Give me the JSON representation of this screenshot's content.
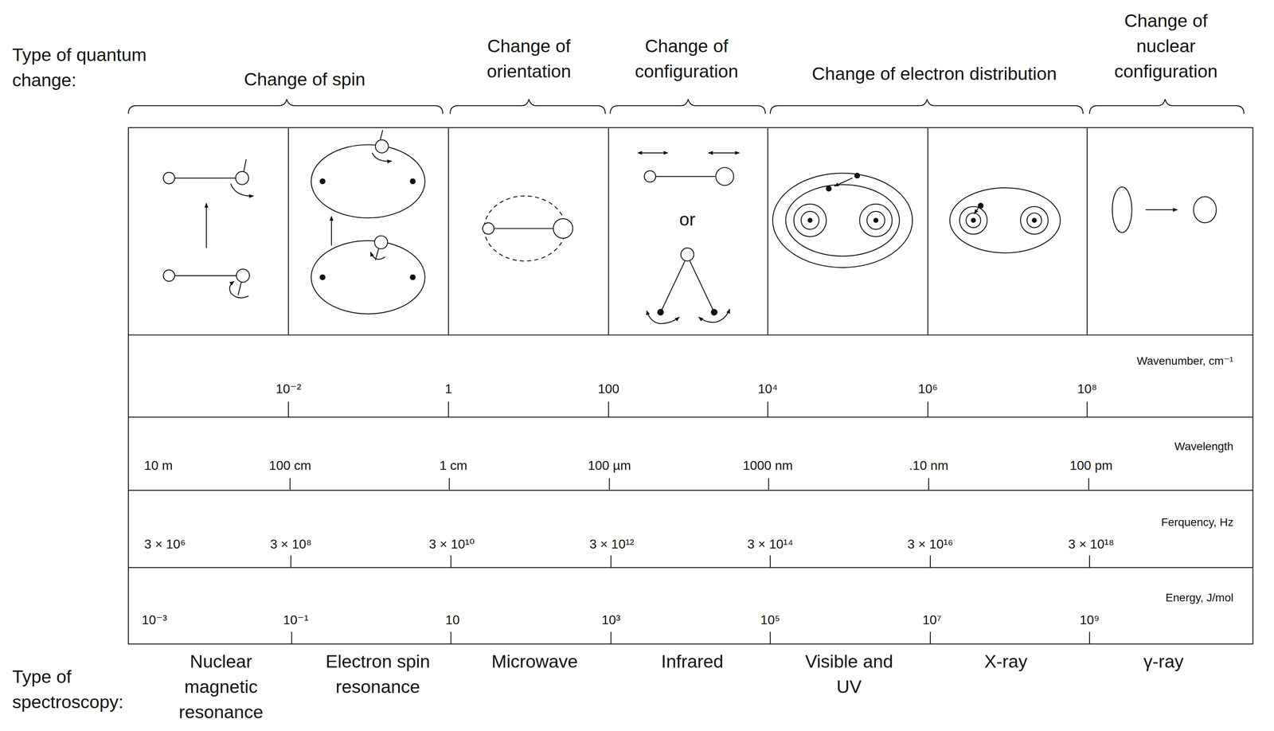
{
  "diagram": {
    "nodes": [
      {
        "text": [
          "Wavenumber, cm⁻¹",
          "10⁻²",
          "1",
          "100",
          "10⁴",
          "10⁶",
          "10⁸"
        ]
      },
      {
        "text": [
          "Wavelength",
          "10 m",
          "100 cm",
          "1 cm",
          "100 µm",
          "1000 nm",
          ".10 nm",
          "100 pm"
        ]
      },
      {
        "text": [
          "Ferquency, Hz",
          "3 × 10⁶",
          "3 × 10⁸",
          "3 × 10¹⁰",
          "3 × 10¹²",
          "3 × 10¹⁴",
          "3 × 10¹⁶",
          "3 × 10¹⁸"
        ]
      },
      {
        "text": [
          "Energy, J/mol",
          "10⁻³",
          "10⁻¹",
          "10",
          "10³",
          "10⁵",
          "10⁷",
          "10⁹"
        ]
      }
    ],
    "labels": [
      "Type of quantum change:",
      "Change of spin",
      "Change of orientation",
      "Change of configuration",
      "Change of electron distribution",
      "Change of nuclear configuration",
      "or",
      "Type of spectroscopy:",
      "Nuclear magnetic resonance",
      "Electron spin resonance",
      "Microwave",
      "Infrared",
      "Visible and UV",
      "X-ray",
      "γ-ray"
    ]
  }
}
